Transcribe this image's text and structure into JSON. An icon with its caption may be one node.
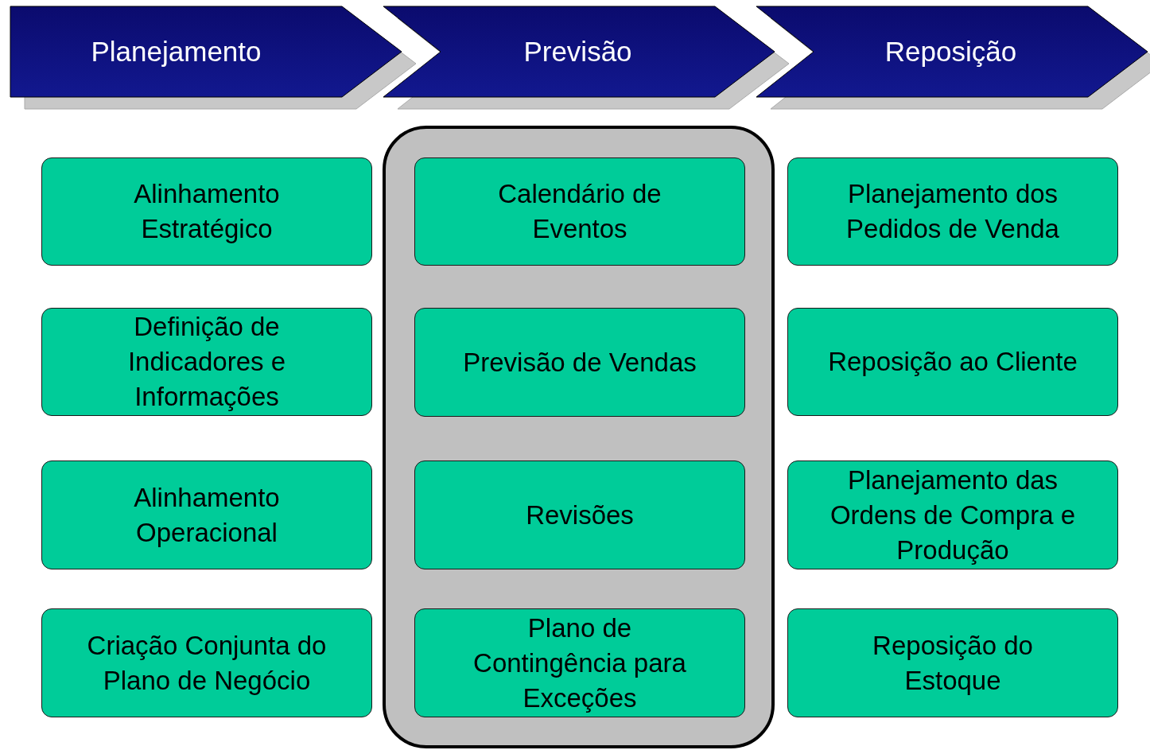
{
  "diagram": {
    "nodes": [
      {
        "text": [
          "Planejamento"
        ]
      },
      {
        "text": [
          "Previsão"
        ]
      },
      {
        "text": [
          "Reposição"
        ]
      },
      {
        "text": [
          "Alinhamento Estratégico"
        ]
      },
      {
        "text": [
          "Definição de Indicadores e Informações"
        ]
      },
      {
        "text": [
          "Alinhamento Operacional"
        ]
      },
      {
        "text": [
          "Criação Conjunta do Plano de Negócio"
        ]
      },
      {
        "text": [],
        "shape": "box"
      },
      {
        "text": [
          "Calendário de Eventos"
        ],
        "in": 7
      },
      {
        "text": [
          "Previsão de Vendas"
        ],
        "in": 7
      },
      {
        "text": [
          "Revisões"
        ],
        "in": 7
      },
      {
        "text": [
          "Plano de Contingência para Exceções"
        ],
        "in": 7
      },
      {
        "text": [
          "Planejamento dos Pedidos de Venda"
        ]
      },
      {
        "text": [
          "Reposição ao Cliente"
        ]
      },
      {
        "text": [
          "Planejamento das Ordens de Compra e Produção"
        ]
      },
      {
        "text": [
          "Reposição do Estoque"
        ]
      }
    ]
  }
}
